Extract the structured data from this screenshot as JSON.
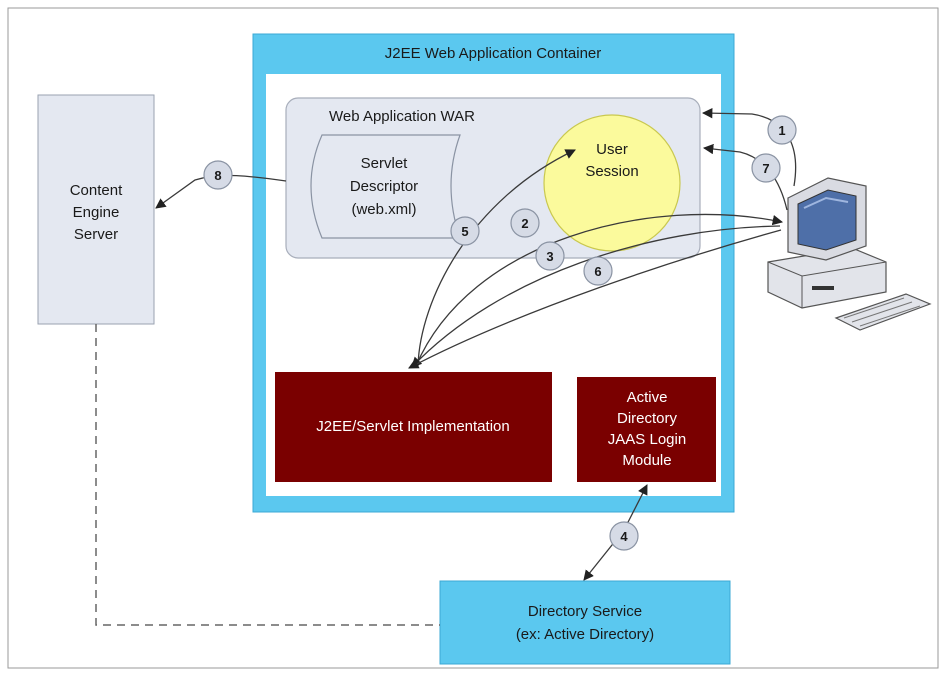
{
  "diagram": {
    "container_title": "J2EE Web Application Container",
    "war_title": "Web Application WAR",
    "descriptor_lines": [
      "Servlet",
      "Descriptor",
      "(web.xml)"
    ],
    "session_lines": [
      "User",
      "Session"
    ],
    "content_engine_lines": [
      "Content",
      "Engine",
      "Server"
    ],
    "servlet_impl_label": "J2EE/Servlet Implementation",
    "login_module_lines": [
      "Active",
      "Directory",
      "JAAS Login",
      "Module"
    ],
    "directory_service_lines": [
      "Directory Service",
      "(ex: Active Directory)"
    ],
    "steps": [
      "1",
      "2",
      "3",
      "4",
      "5",
      "6",
      "7",
      "8"
    ],
    "colors": {
      "container": "#5bc8ef",
      "server_box": "#e4e8f1",
      "session": "#fbfa9c",
      "dark_red": "#7a0000",
      "directory": "#5bc8ef"
    }
  }
}
